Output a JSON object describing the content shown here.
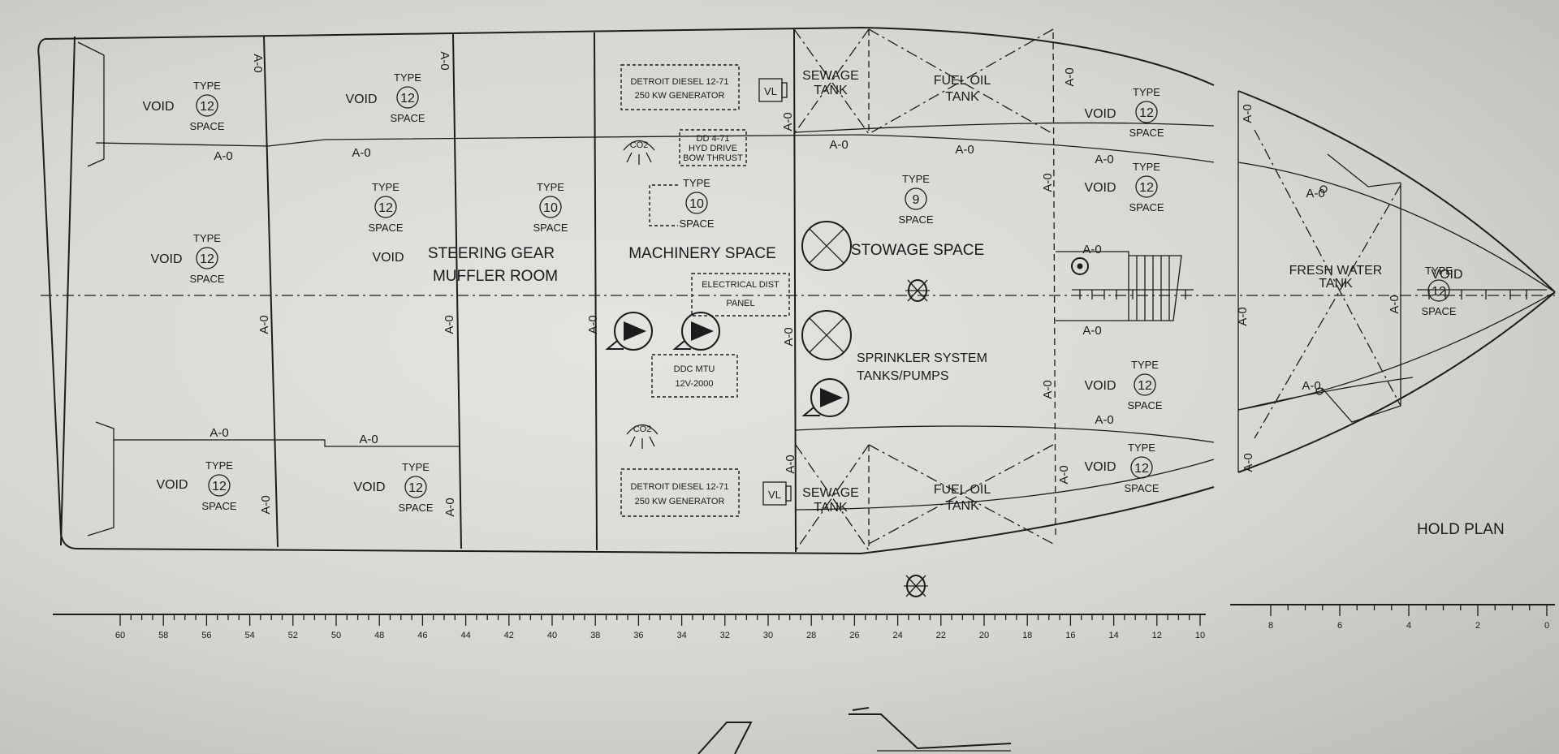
{
  "title": "HOLD PLAN",
  "common": {
    "void": "VOID",
    "type": "TYPE",
    "space": "SPACE",
    "a0": "A-0",
    "num12": "12",
    "num10": "10",
    "num9": "9"
  },
  "rooms": {
    "steering_1": "STEERING GEAR",
    "steering_2": "MUFFLER ROOM",
    "machinery": "MACHINERY SPACE",
    "stowage": "STOWAGE SPACE",
    "sprinkler_1": "SPRINKLER SYSTEM",
    "sprinkler_2": "TANKS/PUMPS",
    "sewage_1": "SEWAGE",
    "sewage_2": "TANK",
    "fuel_1": "FUEL OIL",
    "fuel_2": "TANK",
    "fresh_1": "FRESH WATER",
    "fresh_2": "TANK"
  },
  "equipment": {
    "gen_top_1": "DETROIT DIESEL 12-71",
    "gen_top_2": "250 KW GENERATOR",
    "gen_bot_1": "DETROIT DIESEL 12-71",
    "gen_bot_2": "250 KW GENERATOR",
    "bow_1": "DD 4-71",
    "bow_2": "HYD DRIVE",
    "bow_3": "BOW THRUST",
    "elec_1": "ELECTRICAL DIST",
    "elec_2": "PANEL",
    "mtu_1": "DDC MTU",
    "mtu_2": "12V-2000",
    "co2": "CO2",
    "vl": "VL"
  },
  "ruler_ticks": [
    "60",
    "58",
    "56",
    "54",
    "52",
    "50",
    "48",
    "46",
    "44",
    "42",
    "40",
    "38",
    "36",
    "34",
    "32",
    "30",
    "28",
    "26",
    "24",
    "22",
    "20",
    "18",
    "16",
    "14",
    "12",
    "10",
    "8",
    "6",
    "4",
    "2",
    "0"
  ]
}
